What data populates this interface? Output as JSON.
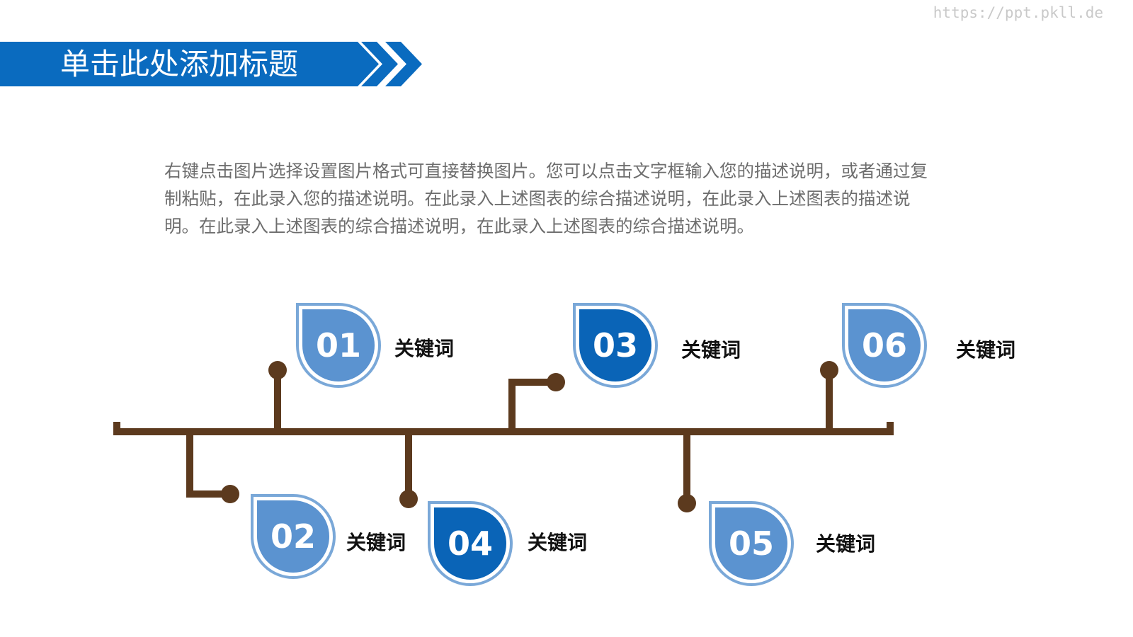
{
  "watermark": "https://ppt.pkll.de",
  "header": {
    "title": "单击此处添加标题"
  },
  "description": "右键点击图片选择设置图片格式可直接替换图片。您可以点击文字框输入您的描述说明，或者通过复制粘贴，在此录入您的描述说明。在此录入上述图表的综合描述说明，在此录入上述图表的描述说明。在此录入上述图表的综合描述说明，在此录入上述图表的综合描述说明。",
  "colors": {
    "title_blue": "#0a6bbf",
    "badge_light": "#5b93d0",
    "badge_dark": "#0a64b7",
    "badge_ring": "#7aa8d8",
    "timeline_brown": "#5c3a1e",
    "description_gray": "#6d6d6d"
  },
  "timeline": {
    "items": [
      {
        "number": "01",
        "label": "关键词",
        "style": "light",
        "position": "above"
      },
      {
        "number": "02",
        "label": "关键词",
        "style": "light",
        "position": "below"
      },
      {
        "number": "03",
        "label": "关键词",
        "style": "dark",
        "position": "above"
      },
      {
        "number": "04",
        "label": "关键词",
        "style": "dark",
        "position": "below"
      },
      {
        "number": "05",
        "label": "关键词",
        "style": "light",
        "position": "below"
      },
      {
        "number": "06",
        "label": "关键词",
        "style": "light",
        "position": "above"
      }
    ]
  }
}
